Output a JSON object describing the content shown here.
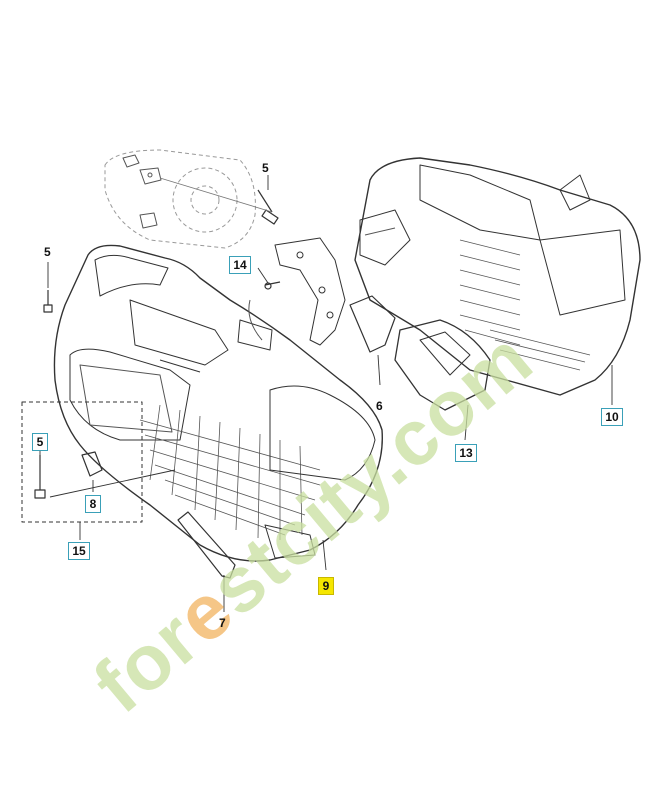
{
  "callouts": {
    "c5a": "5",
    "c5b": "5",
    "c5c": "5",
    "c6": "6",
    "c7": "7",
    "c8": "8",
    "c9": "9",
    "c10": "10",
    "c13": "13",
    "c14": "14",
    "c15": "15"
  },
  "watermark": {
    "pre": "for",
    "accent": "e",
    "post": "stcity.com"
  },
  "colors": {
    "callout_border": "#3aa0b8",
    "highlight": "#f5e600",
    "line": "#333333",
    "watermark": "#c9dfa0"
  }
}
